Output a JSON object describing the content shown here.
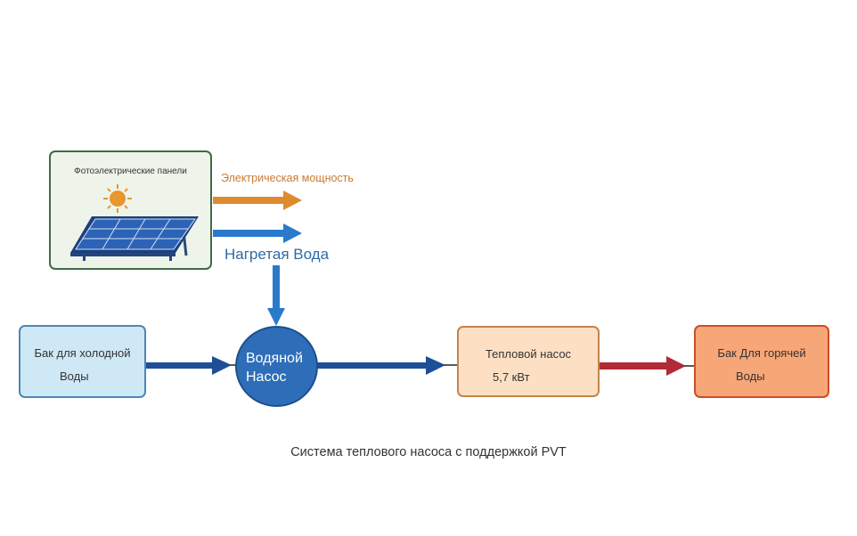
{
  "diagram": {
    "pv_panel": {
      "title": "Фотоэлектрические панели"
    },
    "outputs": {
      "electric_label": "Электрическая мощность",
      "hot_water_label": "Нагретая Вода"
    },
    "cold_tank": {
      "line1": "Бак для холодной",
      "line2": "Воды"
    },
    "pump": {
      "line1": "Водяной",
      "line2": "Насос"
    },
    "heat_pump": {
      "line1": "Тепловой насос",
      "power": "5,7 кВт"
    },
    "hot_tank": {
      "line1": "Бак Для горячей",
      "line2": "Воды"
    },
    "caption": "Система теплового насоса с поддержкой PVT",
    "colors": {
      "electric_arrow": "#e08a2e",
      "water_arrow": "#2a7acb",
      "flow_arrow": "#1f4e99",
      "hot_arrow": "#b22a35"
    }
  }
}
